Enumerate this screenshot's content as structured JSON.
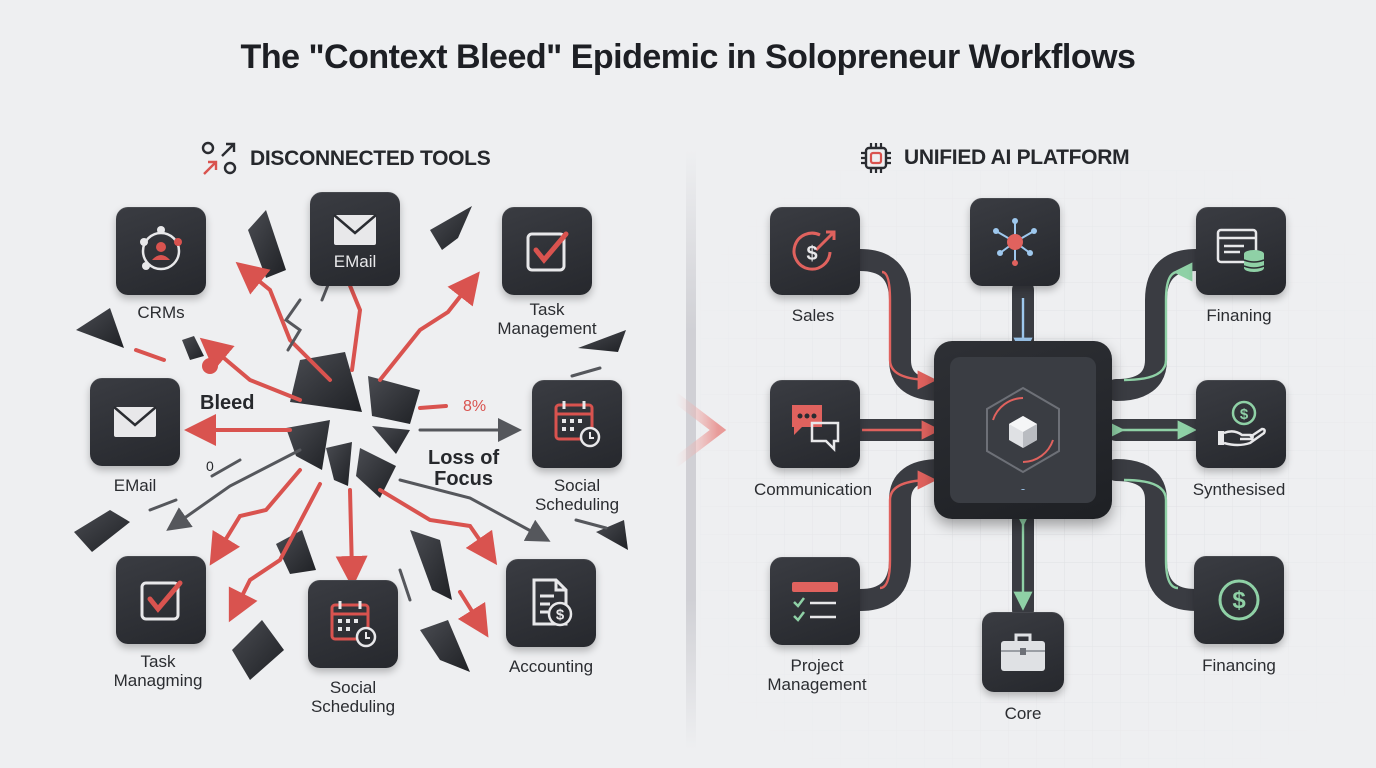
{
  "title": "The \"Context Bleed\" Epidemic in Solopreneur Workflows",
  "left": {
    "heading": "DISCONNECTED TOOLS",
    "heading_icon": "broken-arrows-icon",
    "tiles": [
      {
        "id": "crms",
        "label": "CRMs",
        "icon": "network-people-icon"
      },
      {
        "id": "email-top",
        "label": "",
        "inner_text": "EMail",
        "icon": "envelope-icon"
      },
      {
        "id": "task-top",
        "label": "Task\nManagement",
        "icon": "checkbox-icon"
      },
      {
        "id": "email-left",
        "label": "EMail",
        "icon": "envelope-icon"
      },
      {
        "id": "social-right",
        "label": "Social\nScheduling",
        "icon": "calendar-clock-icon"
      },
      {
        "id": "task-bottom",
        "label": "Task\nManagming",
        "icon": "checkbox-icon"
      },
      {
        "id": "social-bottom",
        "label": "Social\nScheduling",
        "icon": "calendar-clock-icon"
      },
      {
        "id": "accounting",
        "label": "Accounting",
        "icon": "invoice-dollar-icon"
      }
    ],
    "annotations": {
      "bleed": "Bleed",
      "percent": "8%",
      "zero": "0",
      "loss_of_focus": "Loss of\nFocus"
    }
  },
  "right": {
    "heading": "UNIFIED AI PLATFORM",
    "heading_icon": "chip-icon",
    "tiles": [
      {
        "id": "sales",
        "label": "Sales",
        "icon": "dollar-growth-icon"
      },
      {
        "id": "hub-top",
        "label": "",
        "icon": "hub-node-icon"
      },
      {
        "id": "finaning",
        "label": "Finaning",
        "icon": "browser-coins-icon"
      },
      {
        "id": "communication",
        "label": "Communication",
        "icon": "chat-bubbles-icon"
      },
      {
        "id": "synthesised",
        "label": "Synthesised",
        "icon": "hand-coin-icon"
      },
      {
        "id": "project",
        "label": "Project\nManagement",
        "icon": "checklist-icon"
      },
      {
        "id": "core",
        "label": "Core",
        "icon": "briefcase-icon"
      },
      {
        "id": "financing",
        "label": "Financing",
        "icon": "circle-dollar-icon"
      }
    ]
  },
  "colors": {
    "accent_red": "#d9534f",
    "accent_green": "#8fd1a6",
    "tile_dark": "#2a2c31",
    "pipe": "#3a3c42",
    "background": "#eeeff1"
  }
}
